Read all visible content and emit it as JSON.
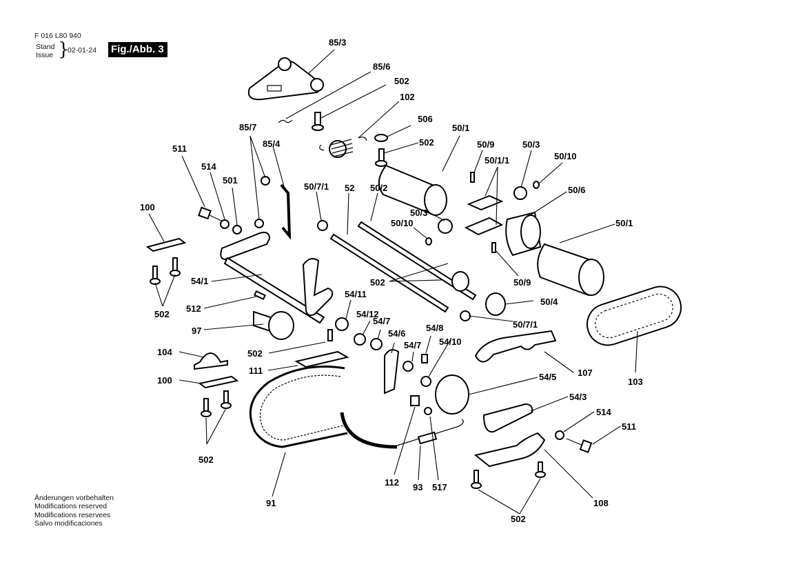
{
  "header": {
    "document_code": "F 016 L80 940",
    "stand_label": "Stand",
    "issue_label": "Issue",
    "brace": "}",
    "date": "02-01-24",
    "figure_badge": "Fig./Abb. 3"
  },
  "footer_notes": [
    "Änderungen vorbehalten",
    "Modifications reserved",
    "Modifications reservees",
    "Salvo modificaciones"
  ],
  "callouts": [
    {
      "id": "85/3"
    },
    {
      "id": "85/6"
    },
    {
      "id": "502"
    },
    {
      "id": "102"
    },
    {
      "id": "506"
    },
    {
      "id": "502"
    },
    {
      "id": "85/7"
    },
    {
      "id": "85/4"
    },
    {
      "id": "511"
    },
    {
      "id": "514"
    },
    {
      "id": "501"
    },
    {
      "id": "100"
    },
    {
      "id": "502"
    },
    {
      "id": "50/1"
    },
    {
      "id": "50/9"
    },
    {
      "id": "50/1/1"
    },
    {
      "id": "50/3"
    },
    {
      "id": "50/10"
    },
    {
      "id": "50/6"
    },
    {
      "id": "50/1"
    },
    {
      "id": "50/7/1"
    },
    {
      "id": "52"
    },
    {
      "id": "50/2"
    },
    {
      "id": "50/3"
    },
    {
      "id": "50/10"
    },
    {
      "id": "50/9"
    },
    {
      "id": "502"
    },
    {
      "id": "50/4"
    },
    {
      "id": "50/7/1"
    },
    {
      "id": "54/1"
    },
    {
      "id": "512"
    },
    {
      "id": "97"
    },
    {
      "id": "54/11"
    },
    {
      "id": "54/12"
    },
    {
      "id": "54/7"
    },
    {
      "id": "54/6"
    },
    {
      "id": "54/7"
    },
    {
      "id": "54/8"
    },
    {
      "id": "54/10"
    },
    {
      "id": "502"
    },
    {
      "id": "104"
    },
    {
      "id": "111"
    },
    {
      "id": "100"
    },
    {
      "id": "502"
    },
    {
      "id": "107"
    },
    {
      "id": "103"
    },
    {
      "id": "54/5"
    },
    {
      "id": "54/3"
    },
    {
      "id": "514"
    },
    {
      "id": "511"
    },
    {
      "id": "91"
    },
    {
      "id": "112"
    },
    {
      "id": "93"
    },
    {
      "id": "517"
    },
    {
      "id": "108"
    },
    {
      "id": "502"
    }
  ]
}
